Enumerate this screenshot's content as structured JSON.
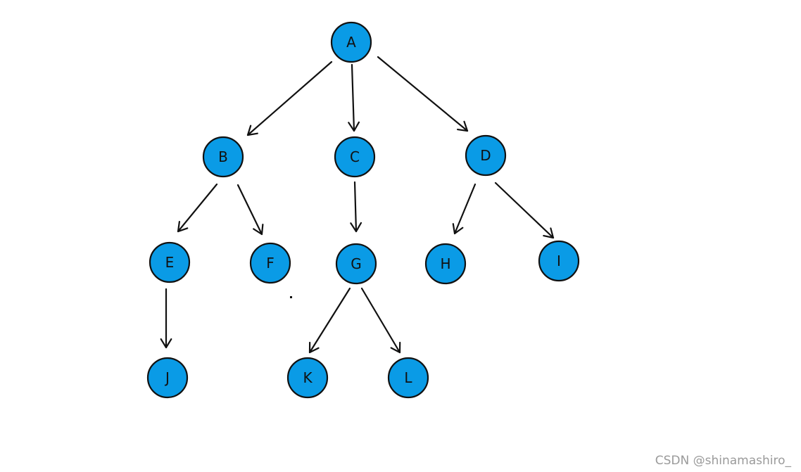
{
  "diagram": {
    "nodes": [
      {
        "id": "A",
        "label": "A"
      },
      {
        "id": "B",
        "label": "B"
      },
      {
        "id": "C",
        "label": "C"
      },
      {
        "id": "D",
        "label": "D"
      },
      {
        "id": "E",
        "label": "E"
      },
      {
        "id": "F",
        "label": "F"
      },
      {
        "id": "G",
        "label": "G"
      },
      {
        "id": "H",
        "label": "H"
      },
      {
        "id": "I",
        "label": "I"
      },
      {
        "id": "J",
        "label": "J"
      },
      {
        "id": "K",
        "label": "K"
      },
      {
        "id": "L",
        "label": "L"
      }
    ],
    "edges": [
      {
        "from": "A",
        "to": "B"
      },
      {
        "from": "A",
        "to": "C"
      },
      {
        "from": "A",
        "to": "D"
      },
      {
        "from": "B",
        "to": "E"
      },
      {
        "from": "B",
        "to": "F"
      },
      {
        "from": "C",
        "to": "G"
      },
      {
        "from": "D",
        "to": "H"
      },
      {
        "from": "D",
        "to": "I"
      },
      {
        "from": "E",
        "to": "J"
      },
      {
        "from": "G",
        "to": "K"
      },
      {
        "from": "G",
        "to": "L"
      }
    ],
    "node_color": "#0a9be6",
    "line_color": "#111111"
  },
  "watermark": "CSDN @shinamashiro_"
}
